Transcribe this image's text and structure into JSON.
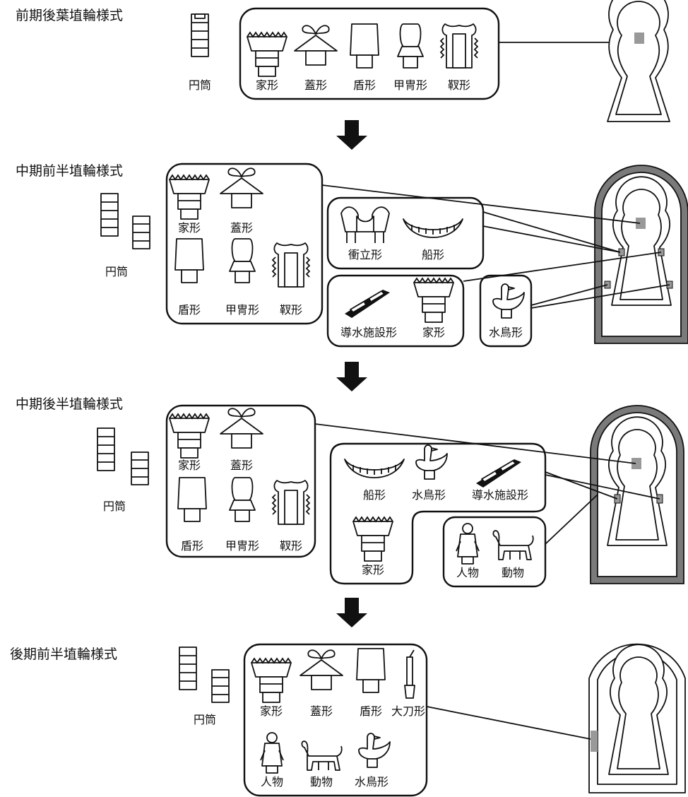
{
  "stages": [
    {
      "title": "前期後葉埴輪様式",
      "cylinder_label": "円筒",
      "items": [
        "家形",
        "蓋形",
        "盾形",
        "甲冑形",
        "靫形"
      ]
    },
    {
      "title": "中期前半埴輪様式",
      "cylinder_label": "円筒",
      "items": [
        "家形",
        "蓋形",
        "盾形",
        "甲冑形",
        "靫形",
        "衝立形",
        "船形",
        "導水施設形",
        "家形",
        "水鳥形"
      ]
    },
    {
      "title": "中期後半埴輪様式",
      "cylinder_label": "円筒",
      "items": [
        "家形",
        "蓋形",
        "盾形",
        "甲冑形",
        "靫形",
        "船形",
        "水鳥形",
        "導水施設形",
        "家形",
        "人物",
        "動物"
      ]
    },
    {
      "title": "後期前半埴輪様式",
      "cylinder_label": "円筒",
      "items": [
        "家形",
        "蓋形",
        "盾形",
        "大刀形",
        "人物",
        "動物",
        "水鳥形"
      ]
    }
  ],
  "icons": [
    "cylinder-icon",
    "house-icon",
    "parasol-icon",
    "shield-icon",
    "armor-icon",
    "quiver-icon",
    "screen-icon",
    "boat-icon",
    "water-facility-icon",
    "waterbird-icon",
    "human-icon",
    "animal-icon",
    "sword-icon",
    "arrow-down-icon",
    "keyhole-tomb-icon"
  ],
  "colors": {
    "ink": "#111111",
    "moat_fill": "#7a7a7a",
    "placement_marker": "#999999"
  }
}
